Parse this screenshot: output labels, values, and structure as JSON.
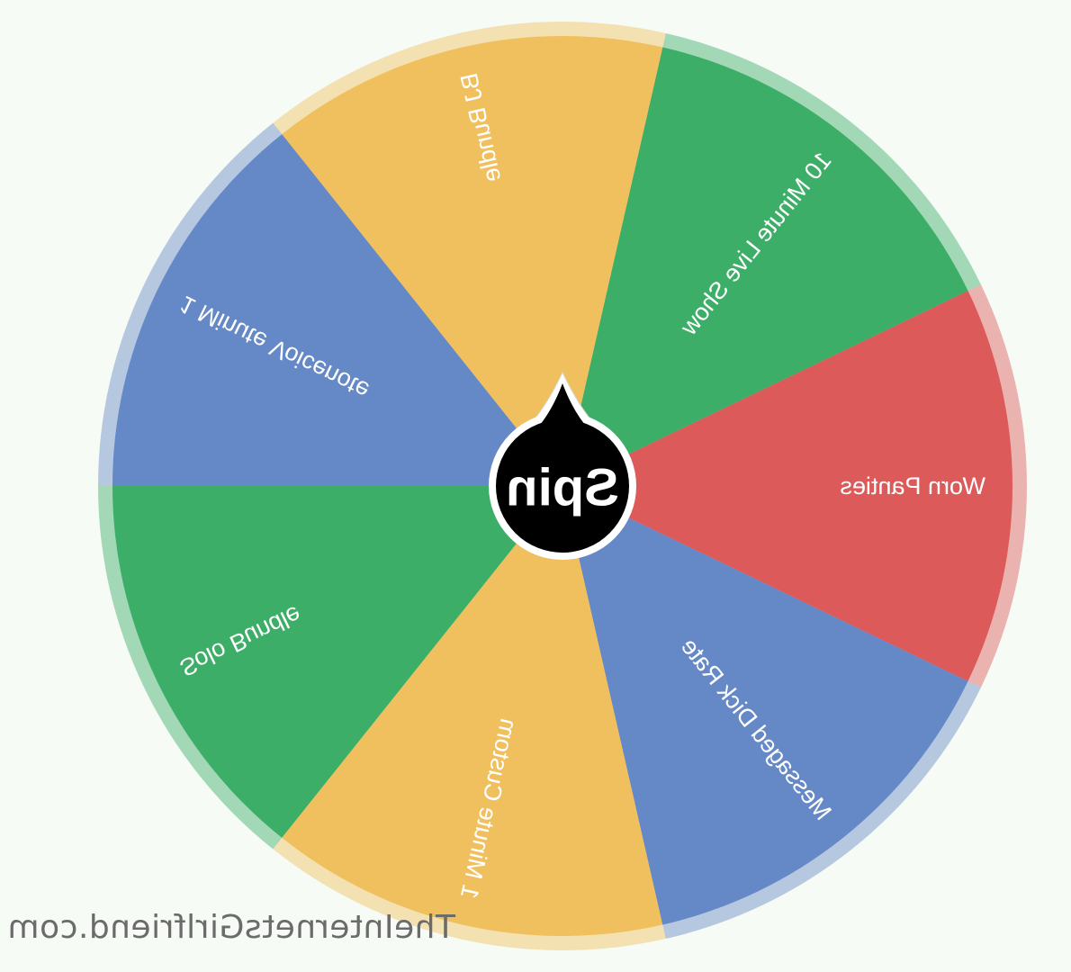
{
  "wheel": {
    "segments": [
      {
        "label": "Worn Panties",
        "color": "#dc5a5a"
      },
      {
        "label": "10 Minute Live Show",
        "color": "#3cae68"
      },
      {
        "label": "BJ Bundle",
        "color": "#f0c05e"
      },
      {
        "label": "1 Minute Voicenote",
        "color": "#6588c6"
      },
      {
        "label": "Solo Bundle",
        "color": "#3cae68"
      },
      {
        "label": "1 Minute Custom",
        "color": "#f0c05e"
      },
      {
        "label": "Messaged Dick Rate",
        "color": "#6588c6"
      }
    ],
    "spin_button": {
      "label": "Spin",
      "color": "#000000"
    },
    "mirrored": true
  },
  "footer": {
    "watermark": "TheInternetsGirlfriend.com"
  }
}
